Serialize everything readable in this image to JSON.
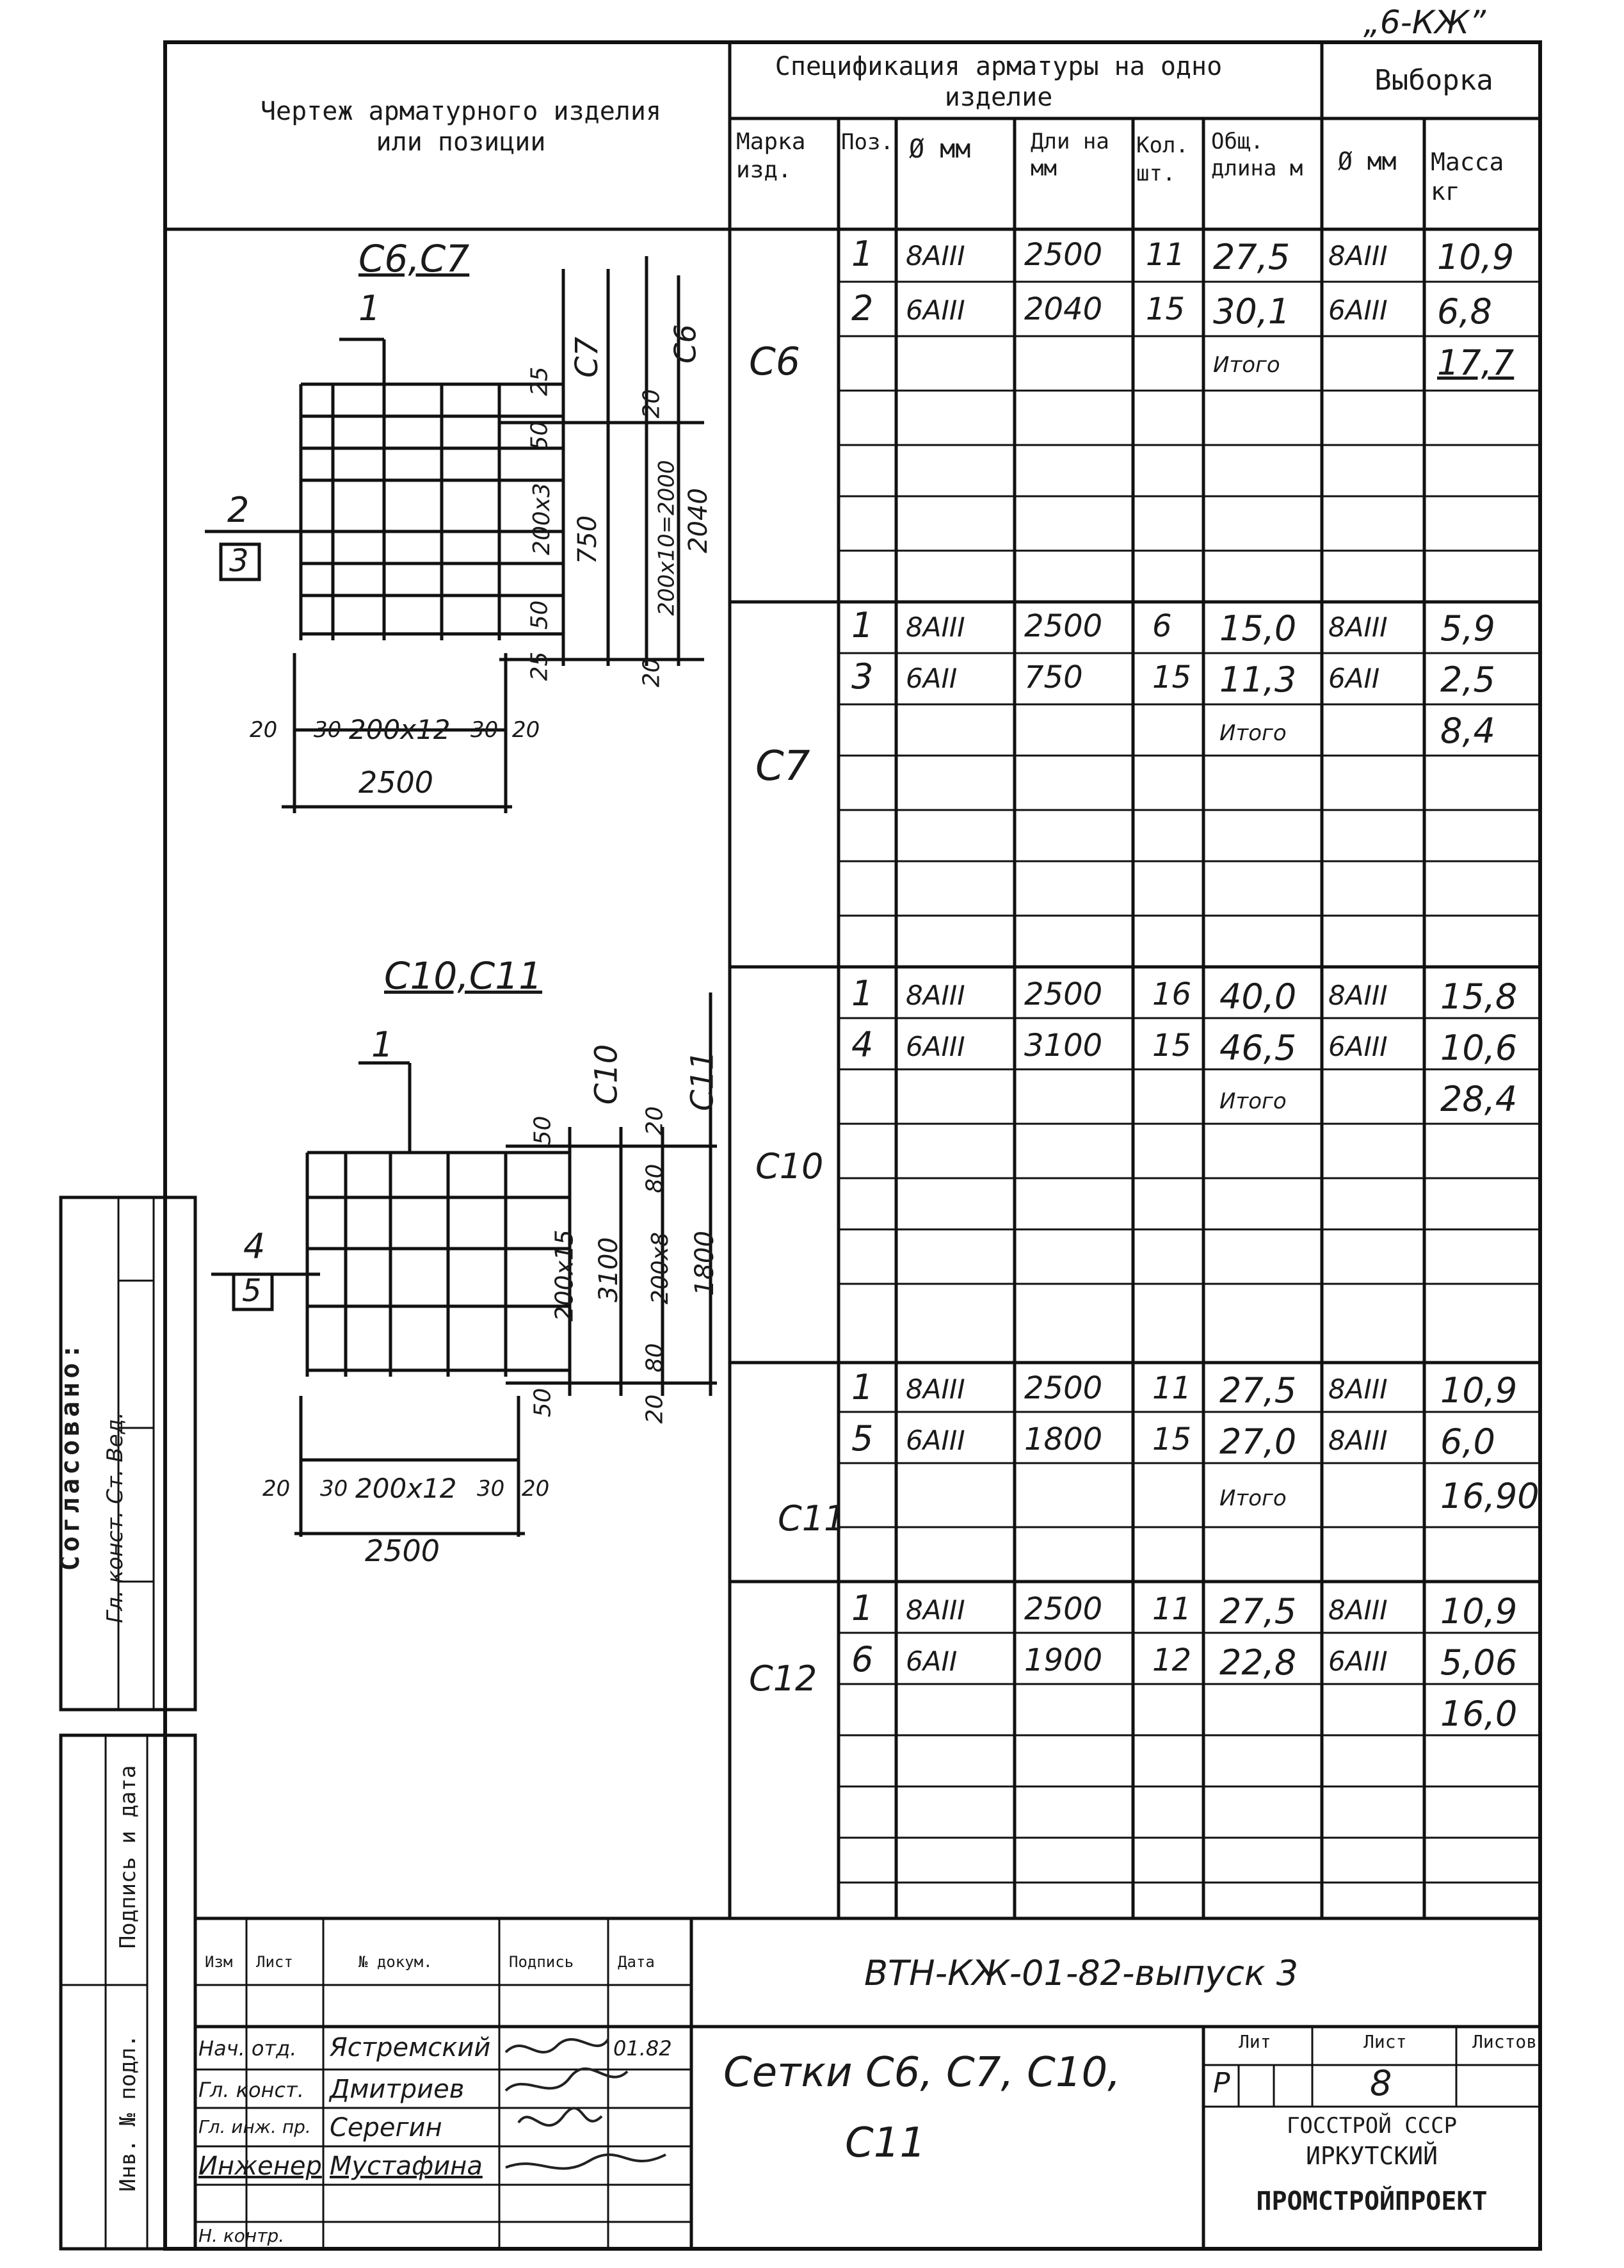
{
  "doc_code": "„6-КЖ”",
  "header": {
    "drawing_title": "Чертеж арматурного изделия или позиции",
    "spec_title": "Спецификация арматуры на одно изделие",
    "selection_title": "Выборка",
    "columns": [
      "Марка изд.",
      "Поз.",
      "Ø мм",
      "Дли на мм",
      "Кол. шт.",
      "Общ. длина м",
      "Ø мм",
      "Масса кг"
    ]
  },
  "drawings": {
    "top": {
      "title": "С6,С7",
      "pos_main": "1",
      "pos_side": "2",
      "pos_box": "3",
      "dims_right_vertical": [
        "25",
        "50",
        "200х3",
        "50",
        "25",
        "750",
        "С7",
        "20",
        "200х10=2000",
        "20",
        "2040",
        "С6"
      ],
      "dims_bottom": [
        "20",
        "30",
        "200х12",
        "30",
        "20"
      ],
      "total_width": "2500"
    },
    "bottom": {
      "title": "С10,С11",
      "pos_main": "1",
      "pos_side": "4",
      "pos_box": "5",
      "dims_right_vertical": [
        "50",
        "200х15",
        "50",
        "3100",
        "С10",
        "20",
        "80",
        "200х8",
        "80",
        "20",
        "1800",
        "С11"
      ],
      "dims_bottom": [
        "20",
        "30",
        "200х12",
        "30",
        "20"
      ],
      "total_width": "2500"
    }
  },
  "spec_groups": [
    {
      "mark": "С6",
      "rows": [
        {
          "pos": "1",
          "dia": "8АIII",
          "len": "2500",
          "qty": "11",
          "total": "27,5",
          "sel_dia": "8АIII",
          "mass": "10,9"
        },
        {
          "pos": "2",
          "dia": "6АIII",
          "len": "2040",
          "qty": "15",
          "total": "30,1",
          "sel_dia": "6АIII",
          "mass": "6,8"
        },
        {
          "pos": "",
          "dia": "",
          "len": "",
          "qty": "",
          "total": "Итого",
          "sel_dia": "",
          "mass": "17,7"
        }
      ]
    },
    {
      "mark": "С7",
      "rows": [
        {
          "pos": "1",
          "dia": "8АIII",
          "len": "2500",
          "qty": "6",
          "total": "15,0",
          "sel_dia": "8АIII",
          "mass": "5,9"
        },
        {
          "pos": "3",
          "dia": "6АII",
          "len": "750",
          "qty": "15",
          "total": "11,3",
          "sel_dia": "6АII",
          "mass": "2,5"
        },
        {
          "pos": "",
          "dia": "",
          "len": "",
          "qty": "",
          "total": "Итого",
          "sel_dia": "",
          "mass": "8,4"
        }
      ]
    },
    {
      "mark": "С10",
      "rows": [
        {
          "pos": "1",
          "dia": "8АIII",
          "len": "2500",
          "qty": "16",
          "total": "40,0",
          "sel_dia": "8АIII",
          "mass": "15,8"
        },
        {
          "pos": "4",
          "dia": "6АIII",
          "len": "3100",
          "qty": "15",
          "total": "46,5",
          "sel_dia": "6АIII",
          "mass": "10,6"
        },
        {
          "pos": "",
          "dia": "",
          "len": "",
          "qty": "",
          "total": "Итого",
          "sel_dia": "",
          "mass": "28,4"
        }
      ]
    },
    {
      "mark": "С11",
      "rows": [
        {
          "pos": "1",
          "dia": "8АIII",
          "len": "2500",
          "qty": "11",
          "total": "27,5",
          "sel_dia": "8АIII",
          "mass": "10,9"
        },
        {
          "pos": "5",
          "dia": "6АIII",
          "len": "1800",
          "qty": "15",
          "total": "27,0",
          "sel_dia": "8АIII",
          "mass": "6,0"
        },
        {
          "pos": "",
          "dia": "",
          "len": "",
          "qty": "",
          "total": "Итого",
          "sel_dia": "",
          "mass": "16,90"
        }
      ]
    },
    {
      "mark": "С12",
      "rows": [
        {
          "pos": "1",
          "dia": "8АIII",
          "len": "2500",
          "qty": "11",
          "total": "27,5",
          "sel_dia": "8АIII",
          "mass": "10,9"
        },
        {
          "pos": "6",
          "dia": "6АII",
          "len": "1900",
          "qty": "12",
          "total": "22,8",
          "sel_dia": "6АIII",
          "mass": "5,06"
        },
        {
          "pos": "",
          "dia": "",
          "len": "",
          "qty": "",
          "total": "",
          "sel_dia": "",
          "mass": "16,0"
        }
      ]
    }
  ],
  "side_stamp": {
    "agreed": "Согласовано:",
    "sig1": "Гл. конст. Ст. Вед.",
    "sig2": "",
    "sig3": "",
    "inv": "Инв. № подл.",
    "sign_date": "Подпись и дата"
  },
  "title_block": {
    "headers": [
      "Изм",
      "Лист",
      "№ докум.",
      "Подпись",
      "Дата"
    ],
    "doc_number": "ВТН-КЖ-01-82-выпуск 3",
    "people": [
      {
        "role": "Нач. отд.",
        "name": "Ястремский",
        "date": "01.82"
      },
      {
        "role": "Гл. конст.",
        "name": "Дмитриев",
        "date": ""
      },
      {
        "role": "Гл. инж. пр.",
        "name": "Серегин",
        "date": ""
      },
      {
        "role": "Инженер",
        "name": "Мустафина",
        "date": ""
      },
      {
        "role": "Н. контр.",
        "name": "",
        "date": ""
      }
    ],
    "sheet_title_line1": "Сетки С6, С7, С10,",
    "sheet_title_line2": "С11",
    "stage_label": "Лит",
    "sheet_label": "Лист",
    "sheets_label": "Листов",
    "stage": "Р",
    "sheet": "8",
    "sheets": "",
    "org1": "ГОССТРОЙ СССР",
    "org2": "ИРКУТСКИЙ",
    "org3": "ПРОМСТРОЙПРОЕКТ"
  }
}
